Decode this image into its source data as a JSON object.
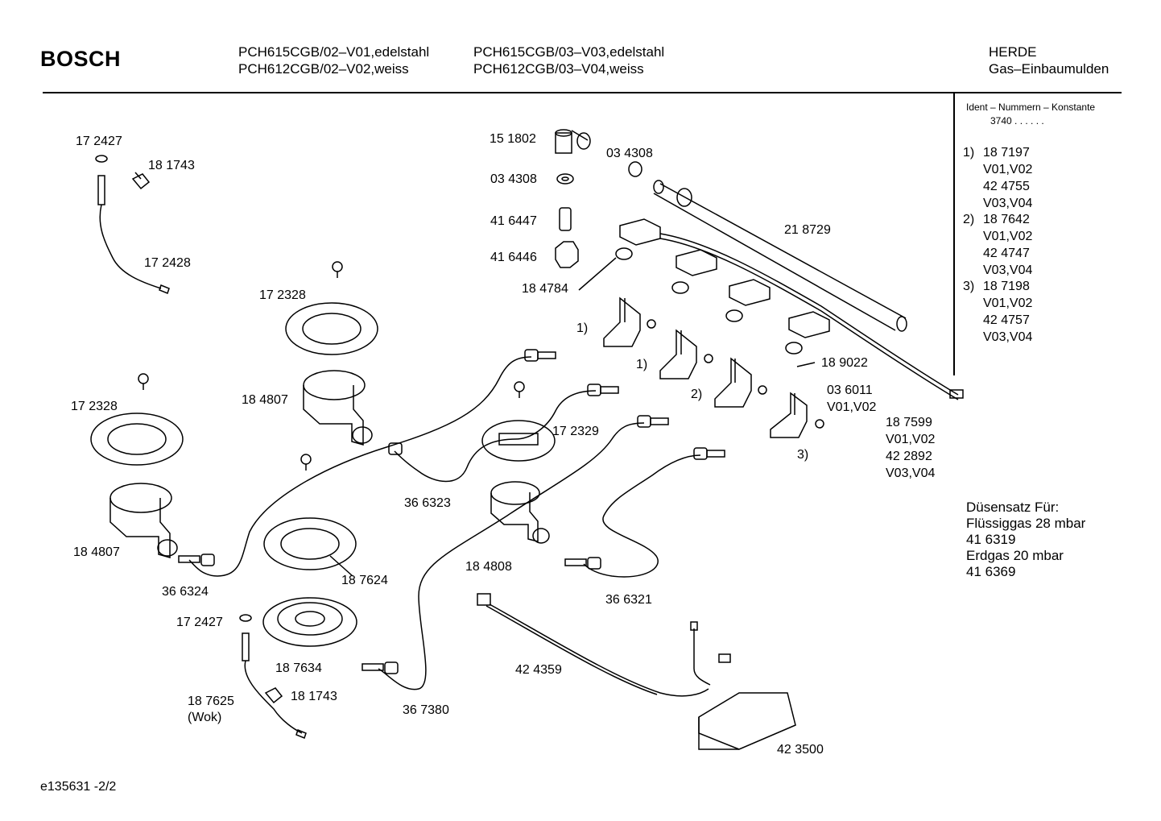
{
  "header": {
    "brand": "BOSCH",
    "models_col1": [
      "PCH615CGB/02–V01,edelstahl",
      "PCH612CGB/02–V02,weiss"
    ],
    "models_col2": [
      "PCH615CGB/03–V03,edelstahl",
      "PCH612CGB/03–V04,weiss"
    ],
    "category": "HERDE",
    "subcategory": "Gas–Einbaumulden"
  },
  "sidebar": {
    "ident_title": "Ident – Nummern – Konstante",
    "ident_value": "3740  .  .  .  .  .  .",
    "items": [
      {
        "num": "1)",
        "part": "18 7197",
        "variant": "V01,V02",
        "part2": "42 4755",
        "variant2": "V03,V04"
      },
      {
        "num": "2)",
        "part": "18 7642",
        "variant": "V01,V02",
        "part2": "42 4747",
        "variant2": "V03,V04"
      },
      {
        "num": "3)",
        "part": "18 7198",
        "variant": "V01,V02",
        "part2": "42 4757",
        "variant2": "V03,V04"
      }
    ]
  },
  "nozzle_note": {
    "title": "Düsensatz Für:",
    "lines": [
      "Flüssiggas 28 mbar",
      "41 6319",
      "Erdgas 20 mbar",
      "41 6369"
    ]
  },
  "part_labels": [
    "17 2427",
    "18 1743",
    "17 2428",
    "17 2328",
    "17 2328",
    "18 4807",
    "18 4807",
    "36 6324",
    "17 2427",
    "18 7634",
    "18 7625",
    "(Wok)",
    "18 1743",
    "18 7624",
    "36 7380",
    "42 4359",
    "42 3500",
    "18 4808",
    "36 6321",
    "36 6323",
    "17 2329",
    "15 1802",
    "03 4308",
    "03 4308",
    "41 6447",
    "41 6446",
    "18 4784",
    "21 8729",
    "18 9022",
    "03 6011",
    "V01,V02",
    "18 7599",
    "V01,V02",
    "42 2892",
    "V03,V04",
    "1)",
    "1)",
    "2)",
    "3)"
  ],
  "footer": {
    "doc_id": "e135631  -2/2"
  }
}
